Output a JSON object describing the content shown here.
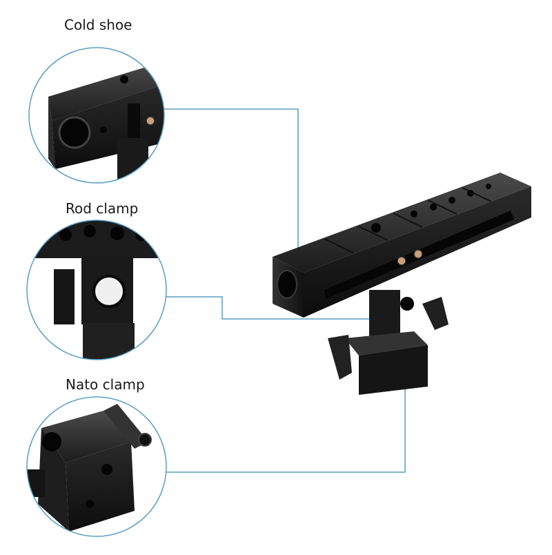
{
  "callouts": [
    {
      "id": "cold-shoe",
      "label": "Cold shoe"
    },
    {
      "id": "rod-clamp",
      "label": "Rod clamp"
    },
    {
      "id": "nato-clamp",
      "label": "Nato clamp"
    }
  ],
  "colors": {
    "leader_line": "#5a9ec4",
    "circle_border": "#5a9ec4",
    "metal_dark": "#141414",
    "metal_mid": "#2c2c2c",
    "metal_highlight": "#5a5a5a",
    "screw": "#c9a07a"
  }
}
